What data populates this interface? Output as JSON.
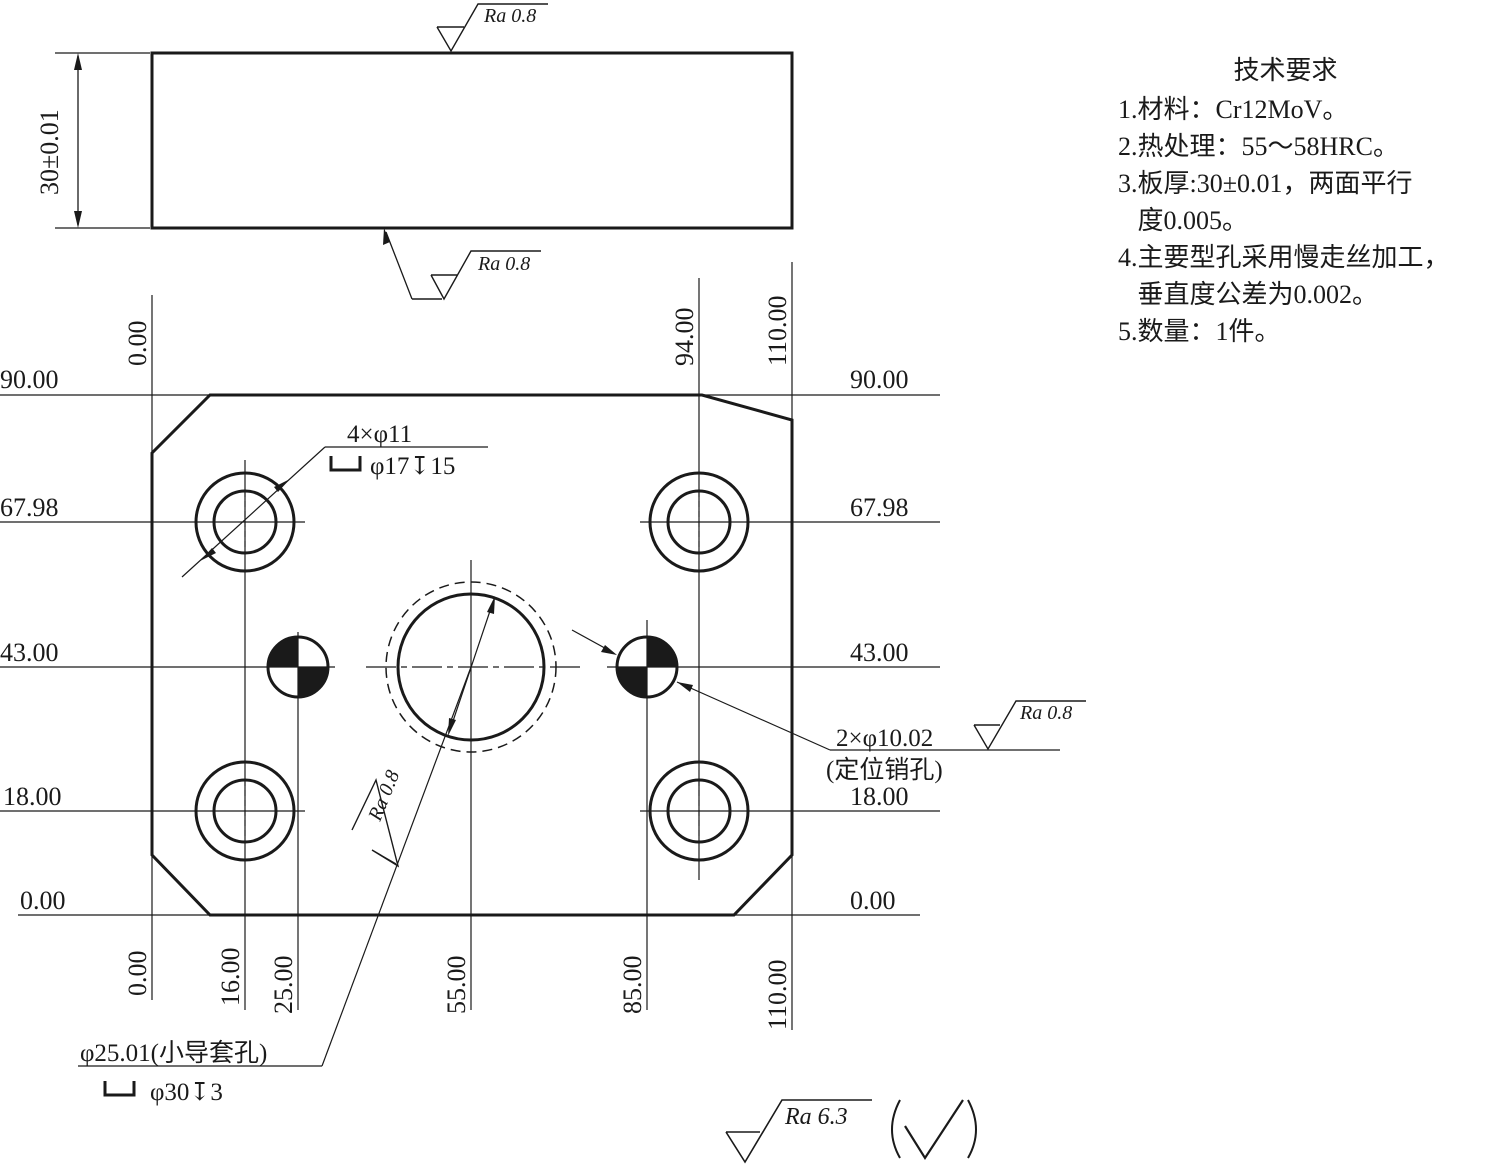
{
  "notes": {
    "title": "技术要求",
    "items": [
      "1.材料：Cr12MoV。",
      "2.热处理：55～58HRC。",
      "3.板厚:30±0.01，两面平行",
      "   度0.005。",
      "4.主要型孔采用慢走丝加工，",
      "   垂直度公差为0.002。",
      "5.数量：1件。"
    ]
  },
  "side_view": {
    "thickness_label": "30±0.01",
    "top_roughness": "Ra 0.8",
    "bottom_roughness": "Ra 0.8"
  },
  "dimensions": {
    "y_left": [
      "90.00",
      "67.98",
      "43.00",
      "18.00",
      "0.00"
    ],
    "y_right": [
      "90.00",
      "67.98",
      "43.00",
      "18.00",
      "0.00"
    ],
    "x_top": [
      "0.00",
      "94.00",
      "110.00"
    ],
    "x_bottom": [
      "0.00",
      "16.00",
      "25.00",
      "55.00",
      "85.00",
      "110.00"
    ]
  },
  "callouts": {
    "screw_holes": "4×φ11",
    "screw_counterbore": "φ17↧15",
    "pin_holes": "2×φ10.02",
    "pin_holes_note": "(定位销孔)",
    "pin_roughness": "Ra 0.8",
    "guide_hole": "φ25.01(小导套孔)",
    "guide_counterbore": "φ30↧3",
    "guide_roughness": "Ra 0.8",
    "general_roughness": "Ra  6.3"
  }
}
